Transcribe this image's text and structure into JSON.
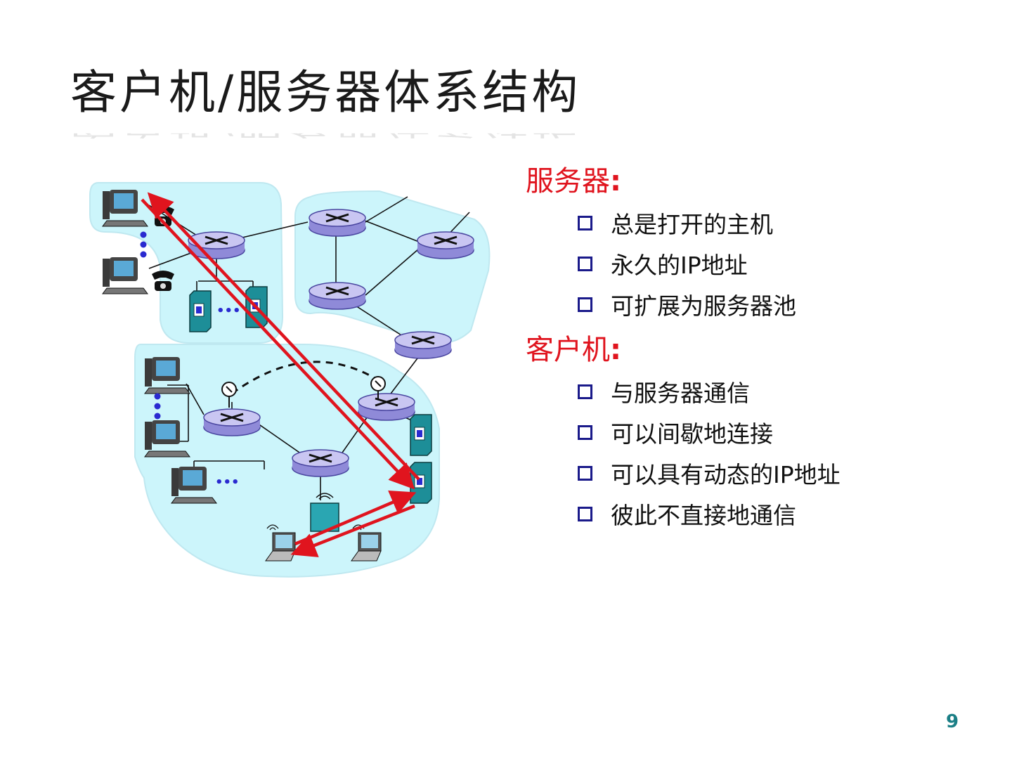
{
  "slide": {
    "title": "客户机/服务器体系结构",
    "page_number": "9"
  },
  "server_section": {
    "heading": "服务器",
    "colon": ":",
    "items": [
      "总是打开的主机",
      "永久的IP地址",
      "可扩展为服务器池"
    ]
  },
  "client_section": {
    "heading": "客户机",
    "colon": ":",
    "items": [
      "与服务器通信",
      "可以间歇地连接",
      "可以具有动态的IP地址",
      "彼此不直接地通信"
    ]
  },
  "diagram": {
    "ellipsis": "•••",
    "colors": {
      "cloud_fill": "#ccf5fb",
      "router_fill": "#c9c6f2",
      "router_stroke": "#4a46a0",
      "server_fill": "#2aa6b2",
      "arrow": "#e0141e",
      "dots": "#2a2ad0"
    }
  }
}
